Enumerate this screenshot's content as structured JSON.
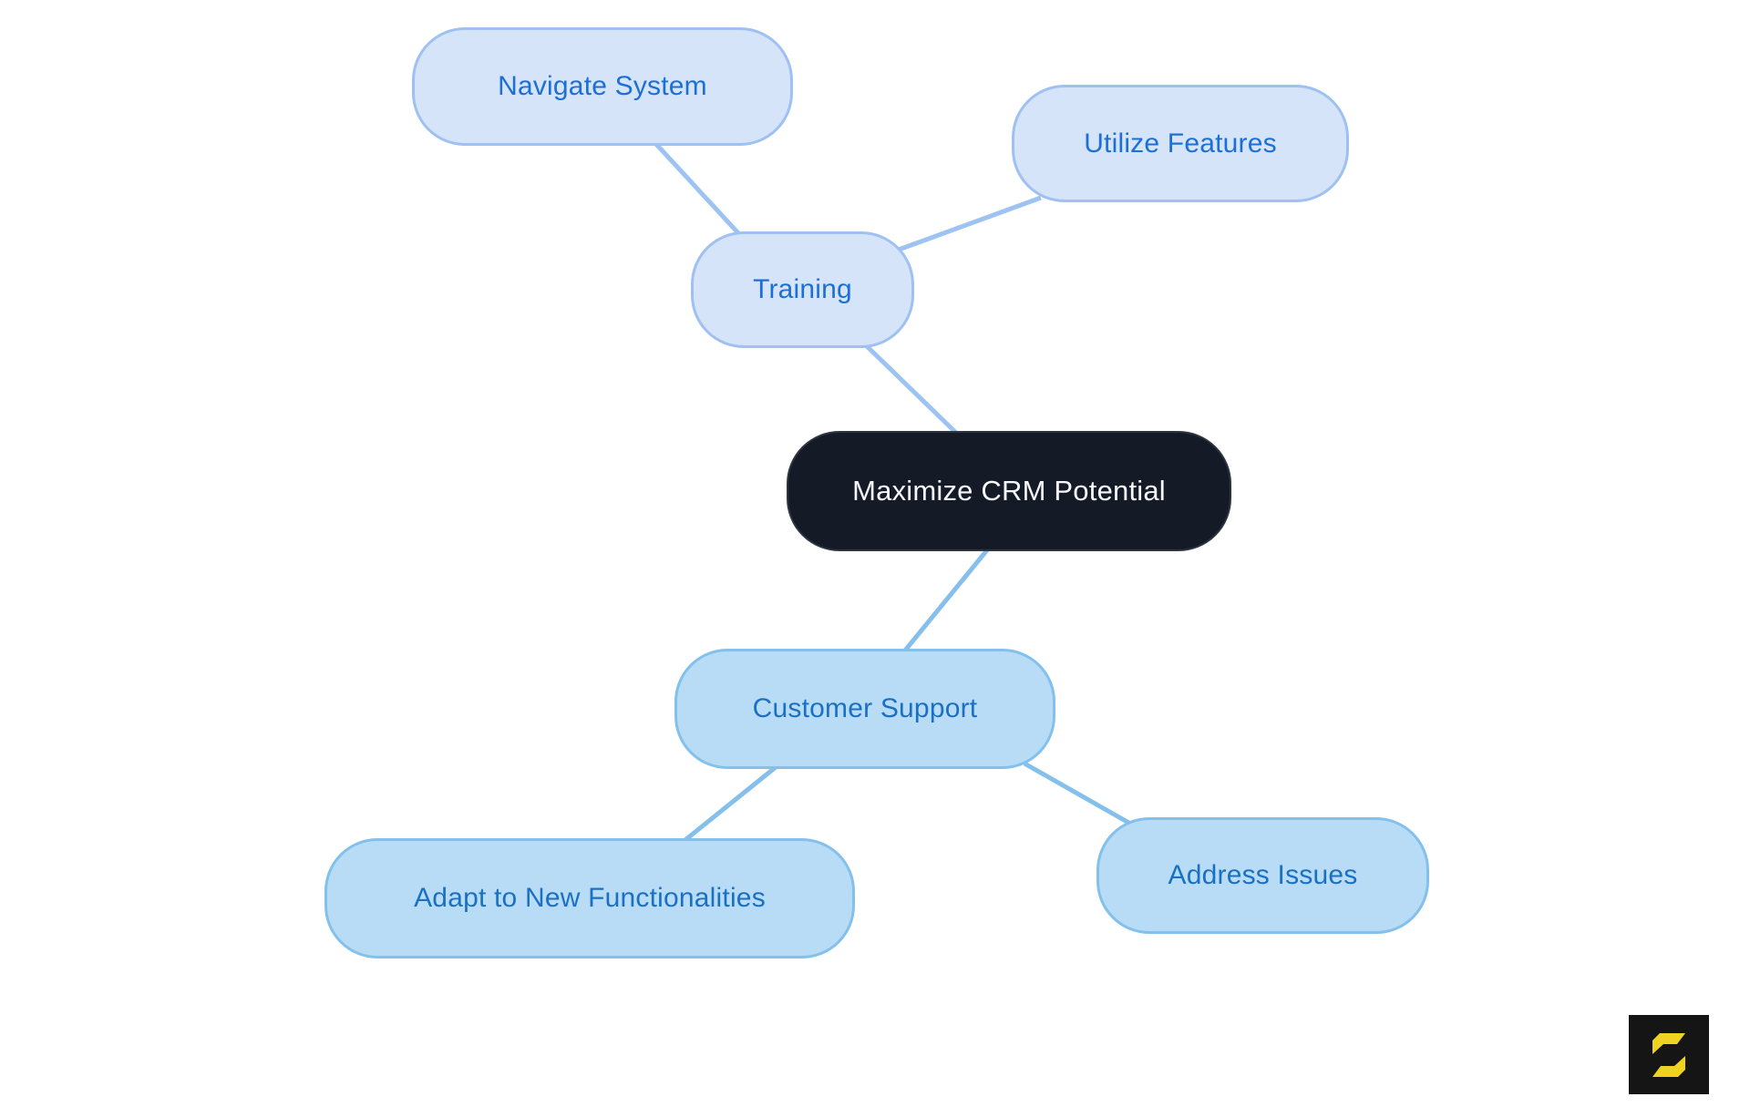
{
  "diagram": {
    "type": "mindmap",
    "nodes": {
      "root": {
        "label": "Maximize CRM Potential"
      },
      "training": {
        "label": "Training"
      },
      "navigate_system": {
        "label": "Navigate System"
      },
      "utilize_features": {
        "label": "Utilize Features"
      },
      "customer_support": {
        "label": "Customer Support"
      },
      "adapt_new_functionalities": {
        "label": "Adapt to New Functionalities"
      },
      "address_issues": {
        "label": "Address Issues"
      }
    },
    "edges": [
      {
        "from": "navigate_system",
        "to": "training"
      },
      {
        "from": "utilize_features",
        "to": "training"
      },
      {
        "from": "training",
        "to": "root"
      },
      {
        "from": "root",
        "to": "customer_support"
      },
      {
        "from": "customer_support",
        "to": "adapt_new_functionalities"
      },
      {
        "from": "customer_support",
        "to": "address_issues"
      }
    ]
  },
  "logo": {
    "glyph": "S"
  },
  "colors": {
    "background": "#ffffff",
    "root_fill": "#151b26",
    "root_border": "#2d3442",
    "root_text": "#f5f7fa",
    "branch1_fill": "#d5e4f9",
    "branch1_border": "#9fc1f1",
    "branch1_text": "#1d6fd8",
    "branch1_line": "#9cc3f1",
    "branch2_fill": "#b9dcf6",
    "branch2_border": "#83c0ec",
    "branch2_text": "#1a70c2",
    "branch2_line": "#85bfec",
    "logo_bg": "#151515",
    "logo_glyph": "#f0d322"
  }
}
